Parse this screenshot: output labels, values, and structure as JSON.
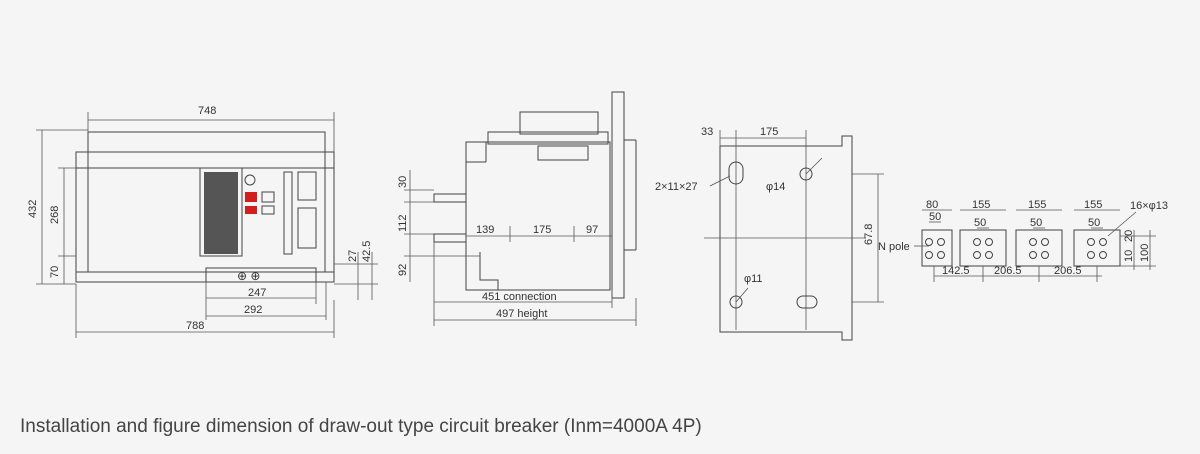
{
  "caption": "Installation and figure dimension of draw-out type circuit breaker (Inm=4000A 4P)",
  "front_view": {
    "width_top": "748",
    "height_total": "432",
    "height_upper": "268",
    "height_lower": "70",
    "dim_27": "27",
    "dim_42_5": "42.5",
    "dim_247": "247",
    "dim_292": "292",
    "width_bottom": "788"
  },
  "side_view": {
    "dim_30": "30",
    "dim_112": "112",
    "dim_92": "92",
    "dim_139": "139",
    "dim_175": "175",
    "dim_97": "97",
    "connection_label": "451 connection",
    "height_label": "497 height"
  },
  "mounting_view": {
    "dim_33": "33",
    "dim_175": "175",
    "slot_label": "2×11×27",
    "hole_14": "φ14",
    "hole_11": "φ11",
    "dim_67_8": "67.8"
  },
  "terminal_view": {
    "dim_80": "80",
    "dim_50_first": "50",
    "dim_155_a": "155",
    "dim_155_b": "155",
    "dim_155_c": "155",
    "dim_50_a": "50",
    "dim_50_b": "50",
    "dim_50_c": "50",
    "holes_label": "16×φ13",
    "n_pole_label": "N pole",
    "dim_10": "10",
    "dim_20": "20",
    "dim_100": "100",
    "dim_142_5": "142.5",
    "dim_206_5_a": "206.5",
    "dim_206_5_b": "206.5"
  },
  "colors": {
    "background": "#f5f5f5",
    "line": "#444444",
    "panel_dark": "#555555",
    "indicator_red": "#d0201e"
  }
}
